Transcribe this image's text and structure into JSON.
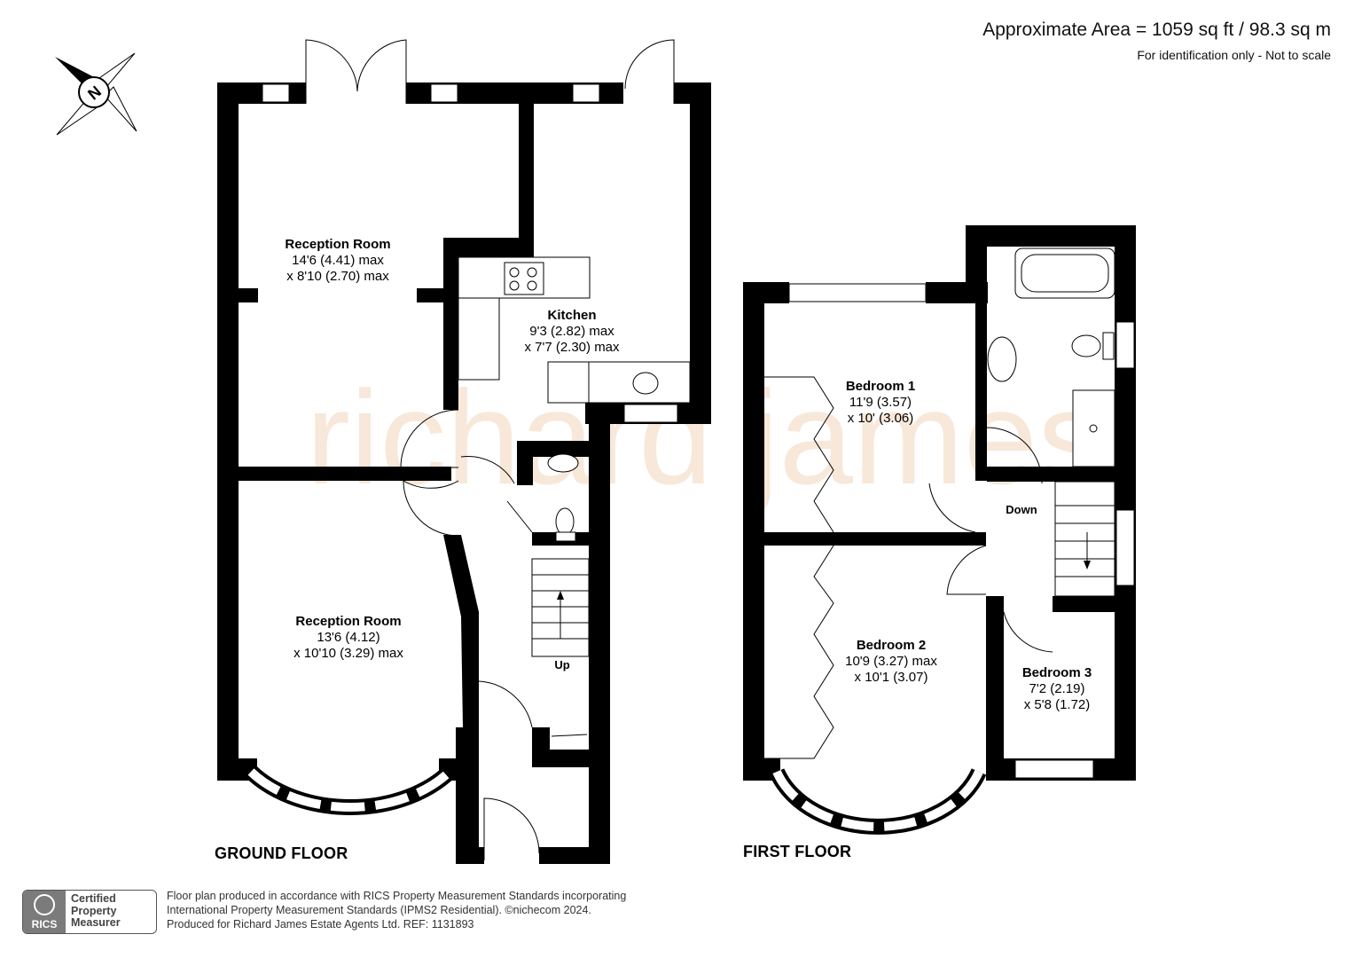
{
  "header": {
    "area_title": "Approximate Area = 1059 sq ft / 98.3 sq m",
    "area_note": "For identification only - Not to scale"
  },
  "compass": {
    "icon": "north-compass-icon",
    "letter": "N"
  },
  "watermark": "richard james",
  "ground_floor": {
    "label": "GROUND FLOOR",
    "stairs_label": "Up",
    "rooms": [
      {
        "name": "Reception Room",
        "dim1": "14'6 (4.41) max",
        "dim2": "x 8'10 (2.70) max"
      },
      {
        "name": "Kitchen",
        "dim1": "9'3 (2.82) max",
        "dim2": "x 7'7 (2.30) max"
      },
      {
        "name": "Reception Room",
        "dim1": "13'6 (4.12)",
        "dim2": "x 10'10 (3.29) max"
      }
    ]
  },
  "first_floor": {
    "label": "FIRST FLOOR",
    "stairs_label": "Down",
    "rooms": [
      {
        "name": "Bedroom 1",
        "dim1": "11'9 (3.57)",
        "dim2": "x 10' (3.06)"
      },
      {
        "name": "Bedroom 2",
        "dim1": "10'9 (3.27) max",
        "dim2": "x 10'1 (3.07)"
      },
      {
        "name": "Bedroom 3",
        "dim1": "7'2 (2.19)",
        "dim2": "x 5'8 (1.72)"
      }
    ]
  },
  "footer": {
    "badge_logo": "RICS",
    "badge_line1": "Certified",
    "badge_line2": "Property",
    "badge_line3": "Measurer",
    "line1": "Floor plan produced in accordance with RICS Property Measurement Standards incorporating",
    "line2": "International Property Measurement Standards (IPMS2 Residential).  ©nichecom 2024.",
    "line3": "Produced for Richard James Estate Agents Ltd.   REF:  1131893"
  }
}
